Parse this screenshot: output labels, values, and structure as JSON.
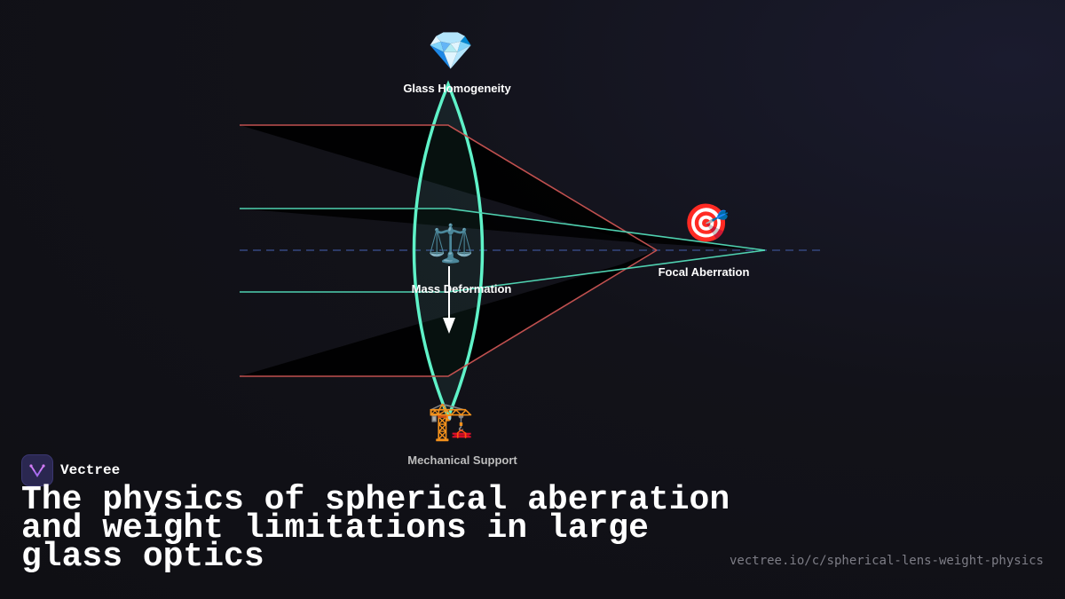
{
  "diagram": {
    "nodes": {
      "glass_homogeneity": {
        "icon": "gem-icon",
        "label": "Glass Homogeneity"
      },
      "mass_deformation": {
        "icon": "balance-scale-icon",
        "label": "Mass Deformation"
      },
      "focal_aberration": {
        "icon": "target-icon",
        "label": "Focal Aberration"
      },
      "mechanical_support": {
        "icon": "construction-crane-icon",
        "label": "Mechanical Support"
      }
    },
    "colors": {
      "lens_edge": "#5ff2c8",
      "marginal_ray": "#c0504f",
      "paraxial_ray": "#4fd1b0",
      "optical_axis": "#2c3a66"
    }
  },
  "brand": {
    "name": "Vectree",
    "logo_icon": "vectree-logo-icon"
  },
  "headline": "The physics of spherical aberration and weight limitations in large glass optics",
  "source_url": "vectree.io/c/spherical-lens-weight-physics"
}
